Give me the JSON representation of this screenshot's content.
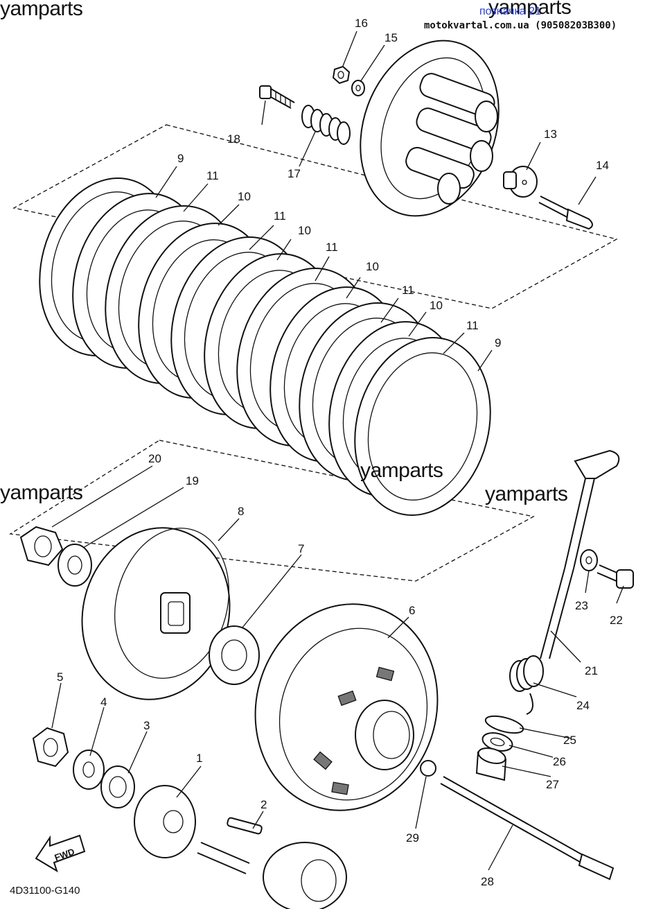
{
  "header": {
    "watermark": "yamparts",
    "link_text": "позначка 21",
    "site_note": "motokvartal.com.ua (90508203B300)"
  },
  "footer": {
    "diagram_code": "4D31100-G140"
  },
  "fwd_label": "FWD",
  "callouts": [
    {
      "id": "1",
      "label": "1"
    },
    {
      "id": "2",
      "label": "2"
    },
    {
      "id": "3",
      "label": "3"
    },
    {
      "id": "4",
      "label": "4"
    },
    {
      "id": "5",
      "label": "5"
    },
    {
      "id": "6",
      "label": "6"
    },
    {
      "id": "7",
      "label": "7"
    },
    {
      "id": "8",
      "label": "8"
    },
    {
      "id": "9a",
      "label": "9"
    },
    {
      "id": "9b",
      "label": "9"
    },
    {
      "id": "10a",
      "label": "10"
    },
    {
      "id": "10b",
      "label": "10"
    },
    {
      "id": "10c",
      "label": "10"
    },
    {
      "id": "10d",
      "label": "10"
    },
    {
      "id": "11a",
      "label": "11"
    },
    {
      "id": "11b",
      "label": "11"
    },
    {
      "id": "11c",
      "label": "11"
    },
    {
      "id": "11d",
      "label": "11"
    },
    {
      "id": "11e",
      "label": "11"
    },
    {
      "id": "13",
      "label": "13"
    },
    {
      "id": "14",
      "label": "14"
    },
    {
      "id": "15",
      "label": "15"
    },
    {
      "id": "16",
      "label": "16"
    },
    {
      "id": "17",
      "label": "17"
    },
    {
      "id": "18",
      "label": "18"
    },
    {
      "id": "19",
      "label": "19"
    },
    {
      "id": "20",
      "label": "20"
    },
    {
      "id": "21",
      "label": "21"
    },
    {
      "id": "22",
      "label": "22"
    },
    {
      "id": "23",
      "label": "23"
    },
    {
      "id": "24",
      "label": "24"
    },
    {
      "id": "25",
      "label": "25"
    },
    {
      "id": "26",
      "label": "26"
    },
    {
      "id": "27",
      "label": "27"
    },
    {
      "id": "28",
      "label": "28"
    },
    {
      "id": "29",
      "label": "29"
    }
  ]
}
